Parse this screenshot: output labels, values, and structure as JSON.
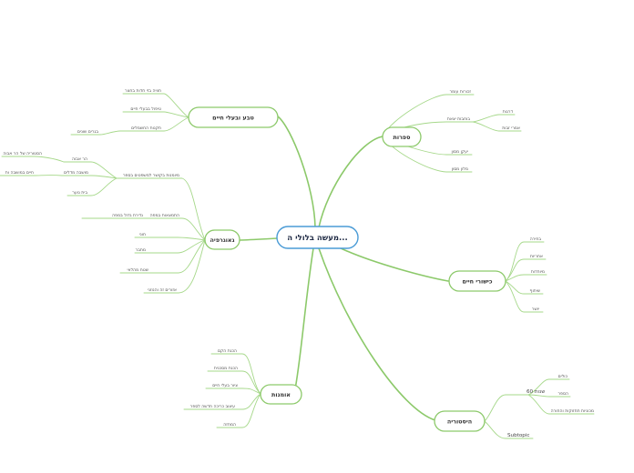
{
  "central": {
    "label": "מעשה בלולי ה..."
  },
  "topics": {
    "nature": {
      "label": "טבע ובעלי חיים",
      "items": [
        "חוויה בזי חדות בחצר",
        "טיפול בבעלי חיים",
        "תקנות החשמלים",
        "בגרים שונים"
      ]
    },
    "books": {
      "label": "ספרות",
      "items": [
        "זכורות עומר",
        "בוחבות יצאת",
        "יעקן מסון",
        "מלון מסון"
      ],
      "sub": [
        "דרגות",
        "אמרי זבות"
      ]
    },
    "geography": {
      "label": "גאוגרפיה",
      "items": [
        "מיומנות בקושר למשפטים בספר",
        "התמצאות במפה",
        "נדירת גדול במפה",
        "חוני",
        "מתבר",
        "שטח מהלאי",
        "אזורים זה והנוזני"
      ],
      "sub": [
        "הר אבוה",
        "מושבה מדלים",
        "בית נוער"
      ],
      "detail": [
        "הסטוריה של הר אבוה",
        "חיים במושבה ות"
      ]
    },
    "life_skills": {
      "label": "כישורי חיים",
      "items": [
        "בחירה",
        "אחריות",
        "מיוחדות",
        "שיתוף",
        "יושר"
      ]
    },
    "art": {
      "label": "אומנות",
      "items": [
        "הכנת הקם",
        "הכנת מסכנית",
        "ציור בעלי חיים",
        "עיצוב כריכה חדשה לספר",
        "המחזה"
      ]
    },
    "history": {
      "label": "היסטוריה",
      "items": [
        "שנות 60",
        "Subtopic"
      ],
      "sub": [
        "כולים",
        "הספר",
        "מכוניות תחזוקות והחורה"
      ]
    }
  }
}
